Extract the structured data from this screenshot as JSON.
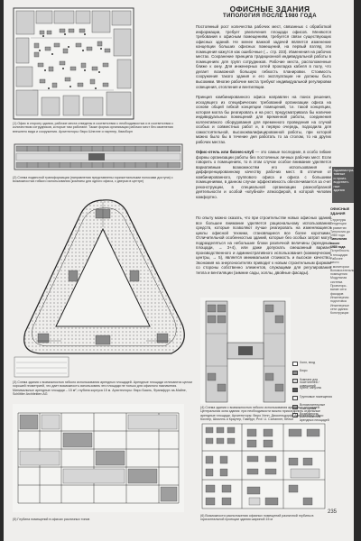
{
  "header": {
    "title": "ОФИСНЫЕ ЗДАНИЯ",
    "subtitle": "ТИПОЛОГИЯ ПОСЛЕ 1980 ГОДА"
  },
  "sidebar": {
    "tab": "Администра-\nтивные\nи произ-\nводствен-\nные\nздания",
    "heading": "ОФИСНЫЕ\nЗДАНИЯ",
    "items": [
      {
        "text": "Структуры\nТенденции\nв развитии\nТипология до\n1980 года",
        "active": false
      },
      {
        "text": "Типология\nпосле\n1980 года",
        "active": true
      },
      {
        "text": "Потребность\nв площадях\nРабочее место\nс монитором\nВспомогательные\nпомещения\nМодульная\nсистема\nПроектиро-\nвание сети\nфасадов\nИнженерная\nподготовка\nИнженерные\nсети здания\nКонструкции",
        "active": false
      }
    ]
  },
  "body": {
    "paragraph1": "Постоянный рост количества рабочих мест, связанных с обработкой информации, требует увеличения площади офисов. Меняются требования к офисным помещениям, требуется связи существующих офисных зданий. Не менее важной задачей является изменение концепции больших офисных помещений, на первый взгляд эти помещения кажутся как ошибочные (→ стр. 233). Изменения на рабочих местах. Сохранение принципа традиционной индивидуальной работы в помещениях для групп сотрудников. Рабочие места, расположенные ближе к окну. Для инженерных сетей прокладка кабеля в полу, что делает возможной большую гибкость планировки. Стоимость сооружения такого здания и его эксплуатации не должны быть высокими. Многие рабочие места требуют индивидуальной регулировки освещения, отопления и вентиляции.",
    "paragraph2": "Принцип комбинированного офиса направлен на поиск решения, исходящего из специфических требований организации офиса на основе общей гибкой концепции помещений, т.е. такой концепции, которая могла бы реагировать и на рост, предусматривала бы наличие индивидуальных помещений для временной работы, соединения коллективного оборудования для временного проведения на случай особых и совместных работ и, в первую очередь, подходила для самостоятельной, высококвалифицированной работы, при которой можно было бы в течение дня работать то за столом, то на других рабочих местах.",
    "paragraph3_lead": "Офис-отель или бизнес-клуб",
    "paragraph3": " — это самые последние, в особо гибкие формы организации работы без постоянных личных рабочих мест. Если говорить о помещениях, то в этом случае особое внимание уделяется вариативным возможностям его использования и дифференцированному качеству рабочих мест. В отличие от комбинированного, группового офиса и офиса с большими помещениями, в данном случае эффективность обеспечивается за счет реконструкции, в специальной организации разнообразной деятельности и особой «клубной» атмосферой, в которой человек комфортно.",
    "paragraph4": "По опыту можно сказать, что при строительстве новых офисных зданий все большее внимание уделяется рациональному использованию средств, которые позволяют лучше реагировать на изменяющиеся циклы офисной техники, становящиеся все более короткими. Отличительной особенностью зданий, которые без особых затрат могут подразделяться на небольшие блоки различной величины (арендные площади, → 3+4), или даже допускать смешанный вариант производственного и административного использования (коммерческие центры, → 5), является минимальная стоимость и высокое качество. Экономия на энергоносителях приводит к новым строительным формам со стороны собственно элементов, служащими для регулирования тепла и вентиляции (зимние сады, холлы, двойные фасады)."
  },
  "captions": {
    "fig1": "(1) Офис в сторону здания, рабочие места отведены в соответствии с необходимостью и в соответствии с количеством сотрудников, которые там работают. Также форма организации рабочих мест без изменения внешнего вида и сооружения. Архитекторы: бюро Шнелле и партнер, Квикборн",
    "fig2": "(2) Схема подвесной трансформации (направления представлены горизонтальными полосами доступа) с возможностью гибкого использования (комнаты для одного офиса, с дверью в центре)",
    "fig3": "(3) Схема здания с возможностью гибкого использования арендных площадей. Арендные площади отличаются целом хорошей геометрией, что дает возможность использовать эти площади не только для офисного назначения. Минимальные арендные площади – 15 м², глубина корпуса 15 м. Архитекторы: бюро Бааль, Франкфурт-на-Майне, Schlittler Architekten AG",
    "fig4": "(4) Схема здания с возможностью гибкого использования арендных площадей. Центральная зона здания: при необходимости можно присоединить отдельные арендные площади. Архитекторы: бюро Хенн, Дюссельдорф. Архитекторы: бюро Кохлер, Шмолль и Краутер, Гамбург, Prof. U. Carranner, Кёльн",
    "fig5": "(5) Глубина помещений в офисах различных типов",
    "fig6": "(6) Возможности расположения офисных помещений различной глубины в горизонтальной проекции здания шириной 15 м"
  },
  "legend": [
    {
      "label": "Холл, вход",
      "color": "#ffffff"
    },
    {
      "label": "Бюро",
      "color": "#8a8a8a"
    },
    {
      "label": "Комната для посетителей / совещаний",
      "color": "#d6d6d6"
    },
    {
      "label": "Кухня, санузлы",
      "color": "#555555"
    },
    {
      "label": "Групповые помещения",
      "color": "#f0f0f0"
    },
    {
      "label": "Вспомогательные помещения",
      "color": "#b2b2b2"
    },
    {
      "label": "Возможность расположения арендных площадей",
      "color": "#efefef"
    }
  ],
  "page_number": "235"
}
